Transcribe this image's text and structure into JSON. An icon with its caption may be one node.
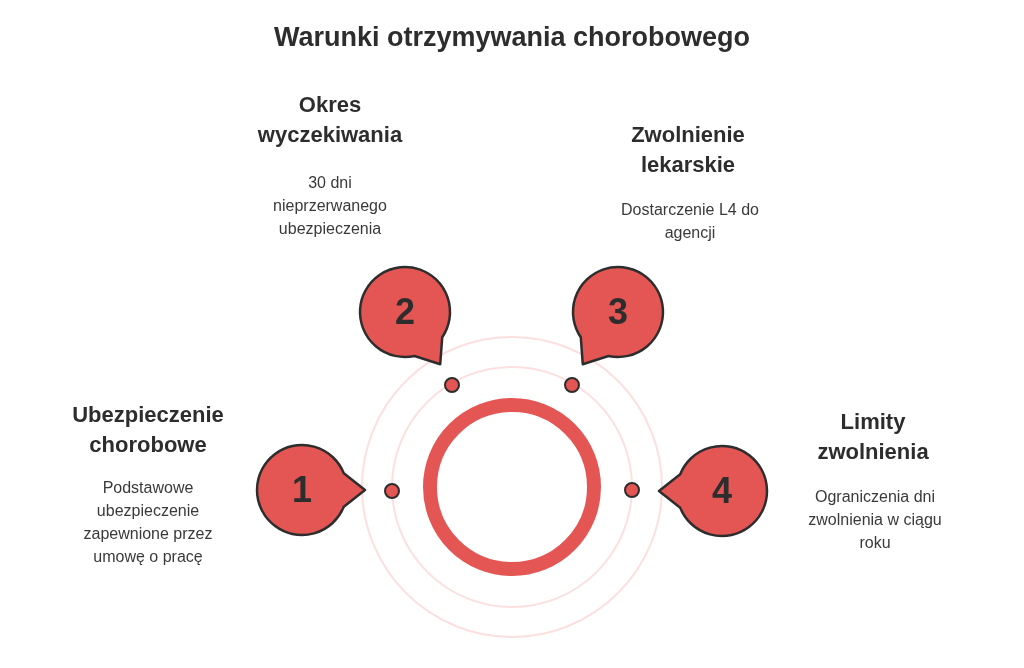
{
  "diagram": {
    "title": "Warunki otrzymywania chorobowego",
    "nodes": [
      {
        "text": [
          "1"
        ],
        "beside": [
          "Ubezpieczenie chorobowe",
          "Podstawowe ubezpieczenie zapewnione przez umowę o pracę"
        ]
      },
      {
        "text": [
          "2"
        ],
        "beside": [
          "Okres wyczekiwania",
          "30 dni nieprzerwanego ubezpieczenia"
        ]
      },
      {
        "text": [
          "3"
        ],
        "beside": [
          "Zwolnienie lekarskie",
          "Dostarczenie L4 do agencji"
        ]
      },
      {
        "text": [
          "4"
        ],
        "beside": [
          "Limity zwolnienia",
          "Ograniczenia dni zwolnienia w ciągu roku"
        ]
      }
    ]
  }
}
